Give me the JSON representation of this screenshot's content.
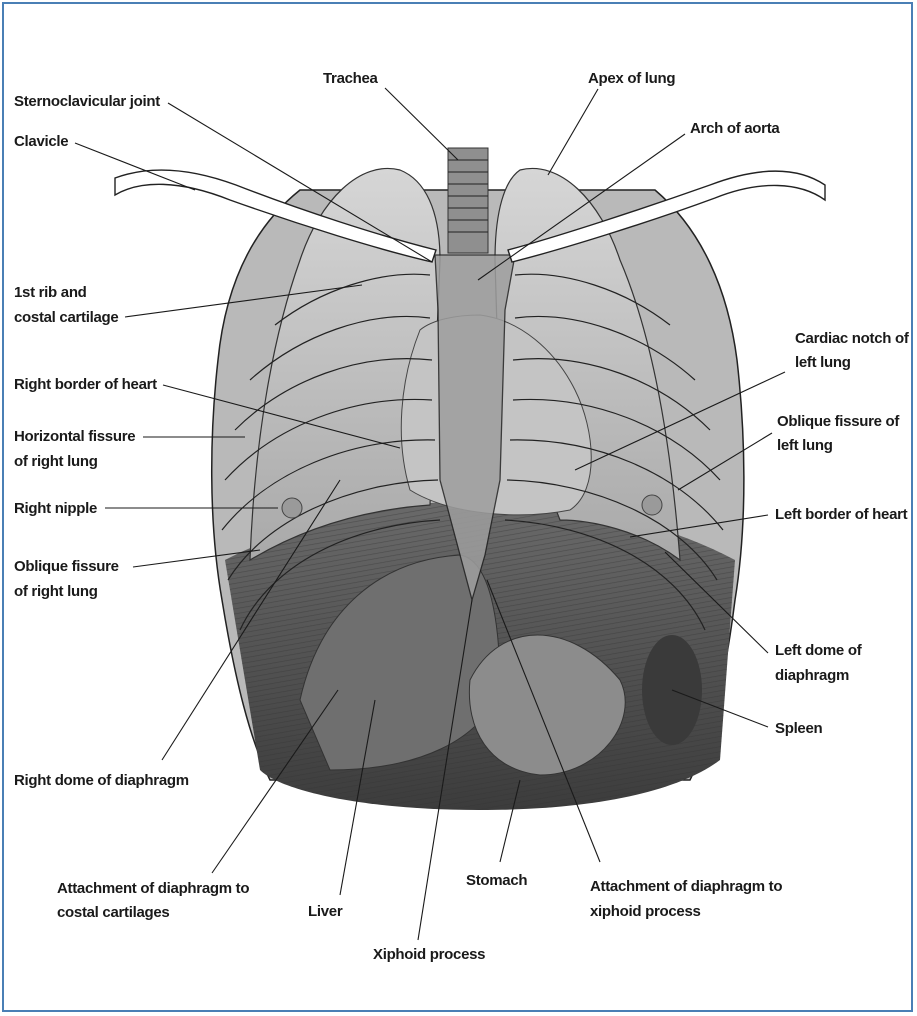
{
  "colors": {
    "border": "#4a7fb5",
    "lung": "#c9c9c9",
    "diaphragm": "#5a5a5a",
    "outline": "#222222"
  },
  "labels": {
    "trachea": "Trachea",
    "apex_of_lung": "Apex of lung",
    "sternoclavicular_joint": "Sternoclavicular joint",
    "arch_of_aorta": "Arch of aorta",
    "clavicle": "Clavicle",
    "first_rib_l1": "1st rib and",
    "first_rib_l2": "costal cartilage",
    "cardiac_notch_l1": "Cardiac notch of",
    "cardiac_notch_l2": "left lung",
    "right_border_heart": "Right border of heart",
    "oblique_left_l1": "Oblique fissure of",
    "oblique_left_l2": "left lung",
    "horizontal_fissure_l1": "Horizontal fissure",
    "horizontal_fissure_l2": "of right lung",
    "right_nipple": "Right nipple",
    "left_border_heart": "Left border of heart",
    "oblique_right_l1": "Oblique fissure",
    "oblique_right_l2": "of right lung",
    "left_dome_l1": "Left dome of",
    "left_dome_l2": "diaphragm",
    "spleen": "Spleen",
    "right_dome": "Right dome of diaphragm",
    "attach_costal_l1": "Attachment of diaphragm to",
    "attach_costal_l2": "costal cartilages",
    "stomach": "Stomach",
    "attach_xiphoid_l1": "Attachment of diaphragm to",
    "attach_xiphoid_l2": "xiphoid process",
    "liver": "Liver",
    "xiphoid_process": "Xiphoid process"
  }
}
